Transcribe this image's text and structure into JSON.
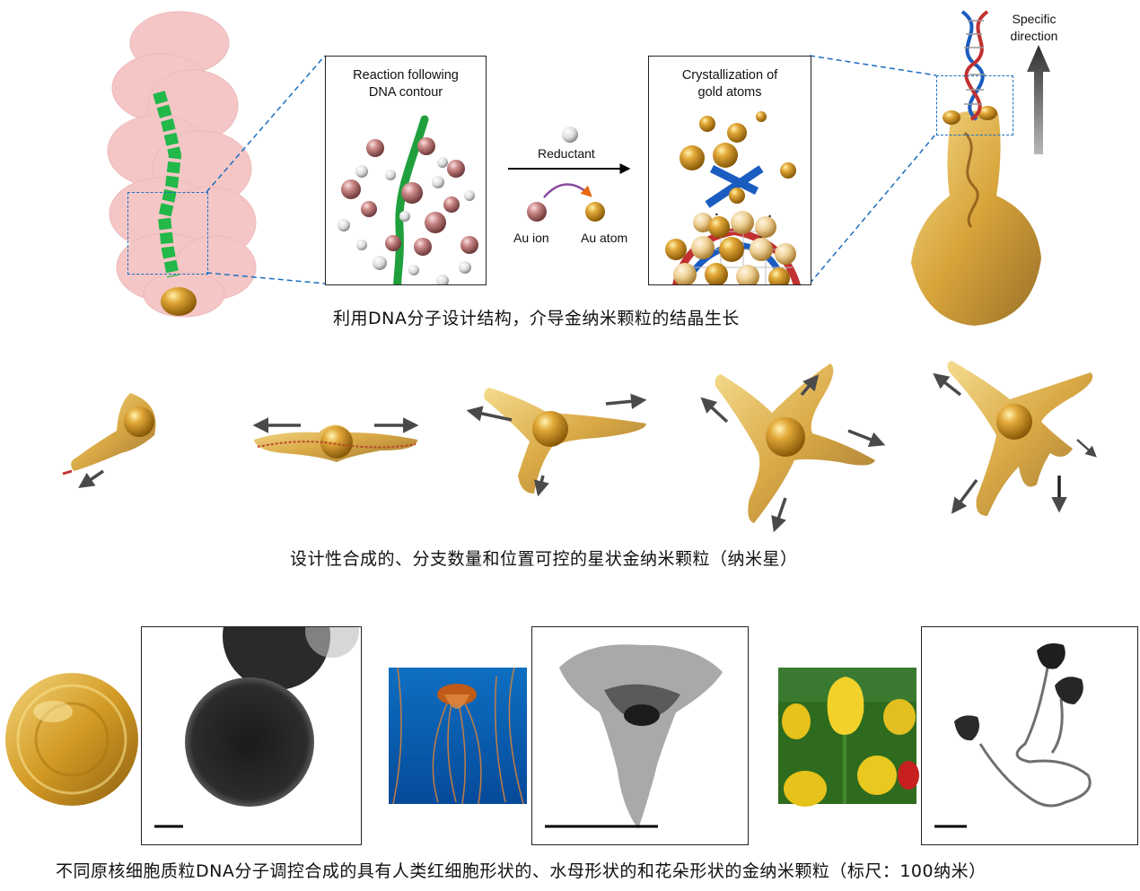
{
  "top": {
    "panel1_title": [
      "Reaction following",
      "DNA contour"
    ],
    "panel2_title": [
      "Crystallization of",
      "gold atoms"
    ],
    "reductant_label": "Reductant",
    "au_ion_label": "Au ion",
    "au_atom_label": "Au atom",
    "direction_label": [
      "Specific",
      "direction"
    ],
    "caption": "利用DNA分子设计结构，介导金纳米颗粒的结晶生长"
  },
  "middle": {
    "caption": "设计性合成的、分支数量和位置可控的星状金纳米颗粒（纳米星）",
    "star_branch_counts": [
      1,
      2,
      3,
      4,
      5
    ]
  },
  "bottom": {
    "caption": "不同原核细胞质粒DNA分子调控合成的具有人类红细胞形状的、水母形状的和花朵形状的金纳米颗粒（标尺：100纳米）",
    "photos": [
      "red-blood-cell",
      "jellyfish",
      "tulip-flower"
    ]
  },
  "colors": {
    "gold": "#d9a42a",
    "dna_green": "#22b84a",
    "guide_blue": "#1a6fc0",
    "arrow_gray": "#4a4a4a",
    "au_ion": "#c98a8a"
  }
}
